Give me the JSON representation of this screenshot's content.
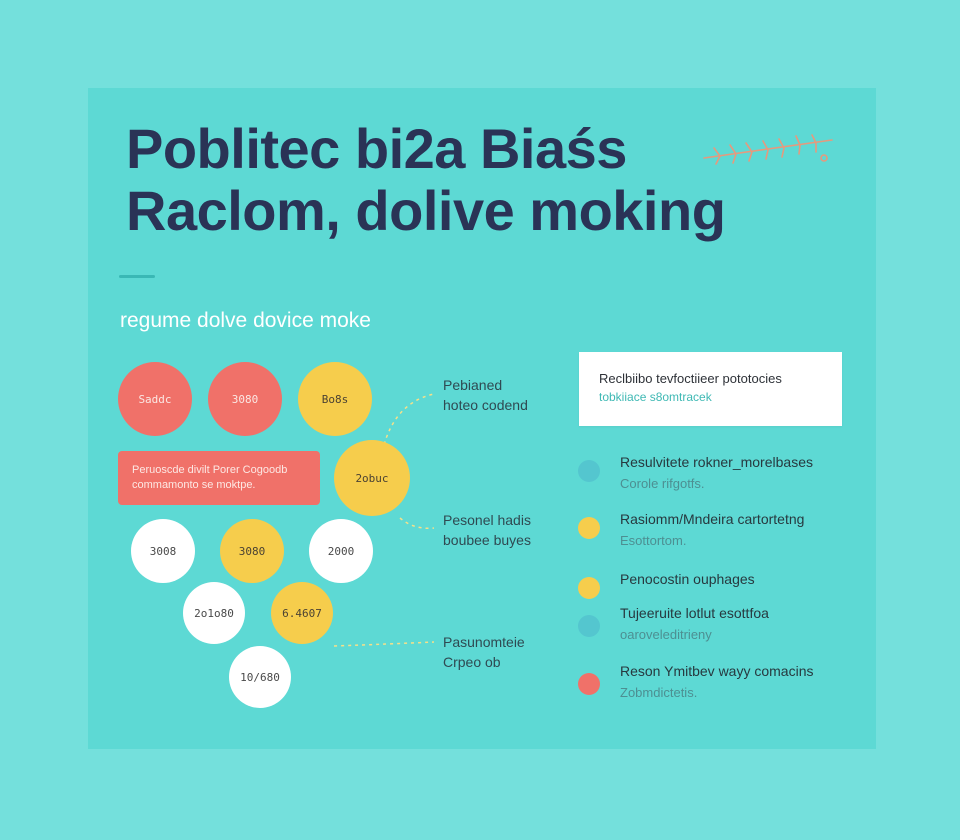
{
  "header": {
    "title_line1": "Poblitec bi2a Biaśs",
    "title_line2": "Raclom, dolive moking",
    "subtitle": "regume dolve dovice moke"
  },
  "diagram": {
    "nodes": [
      {
        "label": "Saddc",
        "color": "coral"
      },
      {
        "label": "3080",
        "color": "coral"
      },
      {
        "label": "Bo8s",
        "color": "yellow"
      },
      {
        "label": "2obuc",
        "color": "yellow"
      },
      {
        "label": "3008",
        "color": "white"
      },
      {
        "label": "3080",
        "color": "yellow"
      },
      {
        "label": "2000",
        "color": "white"
      },
      {
        "label": "2o1o80",
        "color": "white"
      },
      {
        "label": "6.4607",
        "color": "yellow"
      },
      {
        "label": "10/680",
        "color": "white"
      }
    ],
    "bar": {
      "line1": "Peruoscde divilt Porer Cogoodb",
      "line2": "commamonto se moktpe."
    },
    "callouts": [
      {
        "line1": "Pebianed",
        "line2": "hoteo codend"
      },
      {
        "line1": "Pesonel hadis",
        "line2": "boubee buyes"
      },
      {
        "line1": "Pasunomteie",
        "line2": "Crpeo ob"
      }
    ]
  },
  "info_card": {
    "title": "Reclbiibo tevfoctiieer pototocies",
    "subtitle": "tobkiiace s8omtracek"
  },
  "legend": [
    {
      "label": "Resulvitete rokner_morelbases",
      "desc": "Corole rifgotfs.",
      "color": "#54c6cf"
    },
    {
      "label": "Rasiomm/Mndeira cartortetng",
      "desc": "Esottortom.",
      "color": "#f6cd4c"
    },
    {
      "label": "Penocostin ouphages",
      "desc": "",
      "color": "#f6cd4c"
    },
    {
      "label": "Tujeeruite lotlut esottfoa",
      "desc": "oaroveleditrieny",
      "color": "#54c6cf"
    },
    {
      "label": "Reson Ymitbev wayy comacins",
      "desc": "Zobmdictetis.",
      "color": "#f07169"
    }
  ],
  "colors": {
    "background": "#74e0dc",
    "panel": "#5dd9d4",
    "title": "#2a3356",
    "coral": "#f07169",
    "yellow": "#f6cd4c",
    "teal": "#54c6cf"
  }
}
